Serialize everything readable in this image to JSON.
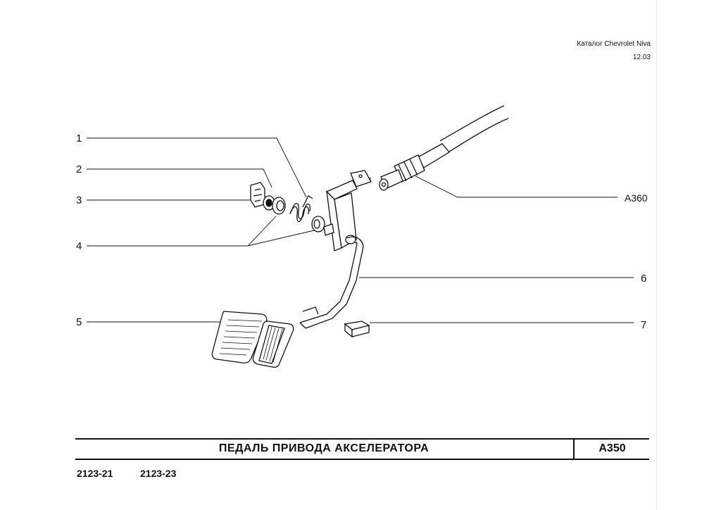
{
  "header": {
    "catalog": "Каталог Chevrolet Niva",
    "date": "12.03"
  },
  "callouts": {
    "c1": "1",
    "c2": "2",
    "c3": "3",
    "c4": "4",
    "c5": "5",
    "c6": "6",
    "c7": "7",
    "ref": "A360"
  },
  "title_block": {
    "title": "ПЕДАЛЬ ПРИВОДА АКСЕЛЕРАТОРА",
    "code": "A350"
  },
  "models": [
    "2123-21",
    "2123-23"
  ]
}
